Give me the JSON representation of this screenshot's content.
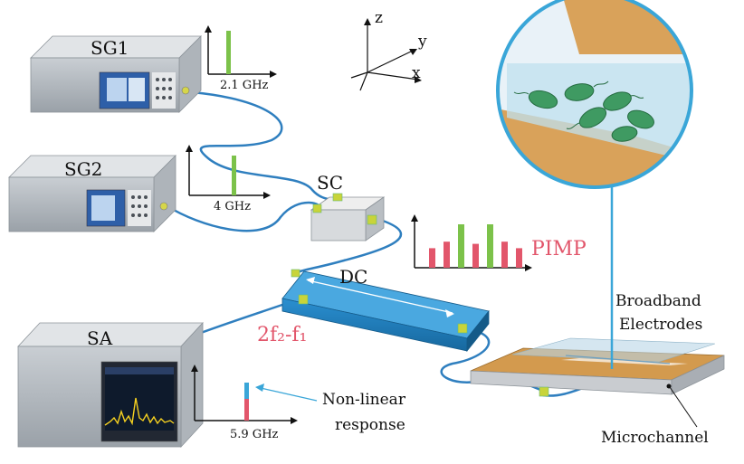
{
  "labels": {
    "sg1": "SG1",
    "sg2": "SG2",
    "sc": "SC",
    "dc": "DC",
    "sa": "SA",
    "freq_sg1": "2.1 GHz",
    "freq_sg2": "4 GHz",
    "freq_sa": "5.9 GHz",
    "pimp": "PIMP",
    "mix": "2f₂-f₁",
    "electrodes_line1": "Broadband",
    "electrodes_line2": "Electrodes",
    "microchannel": "Microchannel",
    "nonlinear_line1": "Non-linear",
    "nonlinear_line2": "response",
    "axis_x": "x",
    "axis_y": "y",
    "axis_z": "z"
  },
  "spectra": {
    "pimp_bars": [
      {
        "value": 0.45,
        "color": "#e2566b"
      },
      {
        "value": 0.6,
        "color": "#e2566b"
      },
      {
        "value": 1.0,
        "color": "#7cc24a"
      },
      {
        "value": 0.55,
        "color": "#e2566b"
      },
      {
        "value": 1.0,
        "color": "#7cc24a"
      },
      {
        "value": 0.6,
        "color": "#e2566b"
      },
      {
        "value": 0.45,
        "color": "#e2566b"
      }
    ]
  },
  "colors": {
    "green": "#7cc24a",
    "pink": "#e2566b",
    "cable": "#2f7fbf",
    "circle": "#3aa6d8",
    "dc_box": "#1f86c4",
    "chip": "#d39a4e"
  }
}
